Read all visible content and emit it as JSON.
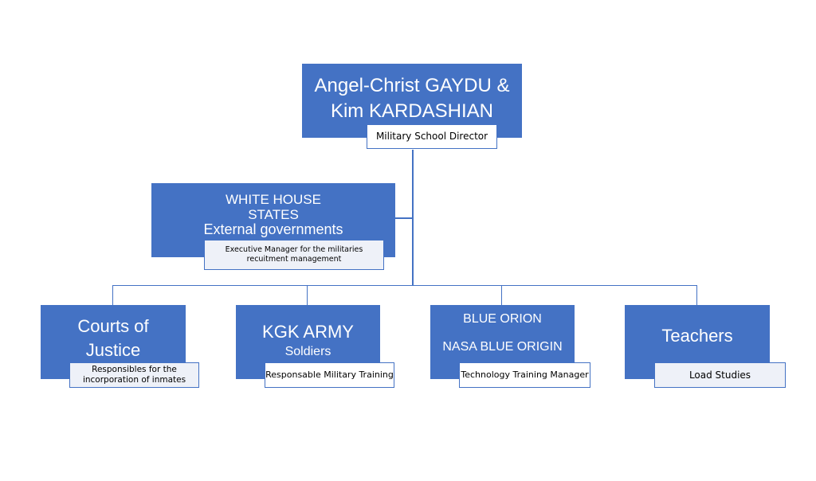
{
  "director": {
    "title_lines": [
      "Angel-Christ GAYDU &",
      "Kim KARDASHIAN"
    ],
    "role": "Military School Director"
  },
  "assistant": {
    "title_lines": [
      "WHITE HOUSE",
      "STATES",
      "External governments"
    ],
    "role_lines": [
      "Executive Manager for the militaries",
      "recuitment management"
    ]
  },
  "departments": [
    {
      "title_lines": [
        "Courts of",
        "Justice"
      ],
      "role_lines": [
        "Responsibles for the",
        "incorporation of inmates"
      ]
    },
    {
      "title_lines": [
        "KGK ARMY",
        "Soldiers"
      ],
      "role_lines": [
        "Responsable Military Training"
      ]
    },
    {
      "title_lines": [
        "BLUE ORION",
        "NASA BLUE ORIGIN"
      ],
      "role_lines": [
        "Technology Training Manager"
      ]
    },
    {
      "title_lines": [
        "Teachers"
      ],
      "role_lines": [
        "Load Studies"
      ]
    }
  ]
}
